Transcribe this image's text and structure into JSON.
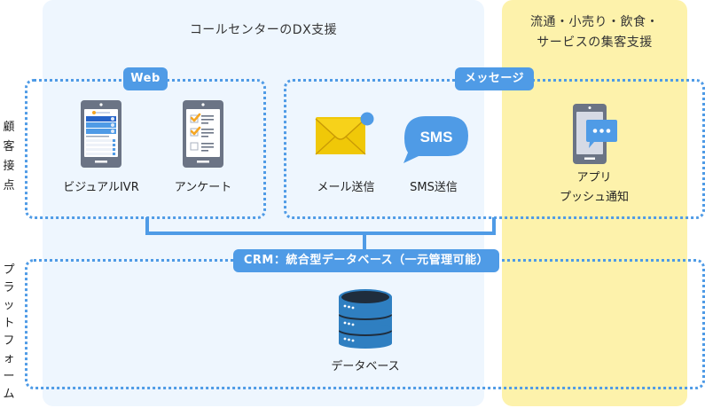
{
  "panels": {
    "call_center": {
      "title": "コールセンターのDX支援",
      "color": "#eef6fe"
    },
    "retail": {
      "title": "流通・小売り・飲食・\nサービスの集客支援",
      "color": "#fdf2ab"
    }
  },
  "side_labels": {
    "customer_touchpoint": "顧\n客\n接\n点",
    "platform": "プ\nラ\nッ\nト\nフ\nォ\nー\nム"
  },
  "groups": {
    "web": {
      "badge": "Web",
      "items": [
        {
          "label": "ビジュアルIVR",
          "icon": "smartphone-visual-ivr-icon"
        },
        {
          "label": "アンケート",
          "icon": "smartphone-survey-checklist-icon"
        }
      ]
    },
    "message": {
      "badge": "メッセージ",
      "items": [
        {
          "label": "メール送信",
          "icon": "envelope-notification-icon"
        },
        {
          "label": "SMS送信",
          "icon": "sms-speech-bubble-icon"
        },
        {
          "label": "アプリ\nプッシュ通知",
          "icon": "smartphone-chat-bubble-icon"
        }
      ]
    },
    "platform": {
      "badge": "CRM：統合型データベース（一元管理可能）",
      "items": [
        {
          "label": "データベース",
          "icon": "database-icon"
        }
      ]
    }
  },
  "colors": {
    "accent_blue": "#4f9be6",
    "device_gray": "#6b7485",
    "mail_yellow": "#f5cb14",
    "check_orange": "#f5a623",
    "db_blue": "#2f7fc1",
    "db_dark": "#1f2d3d"
  }
}
